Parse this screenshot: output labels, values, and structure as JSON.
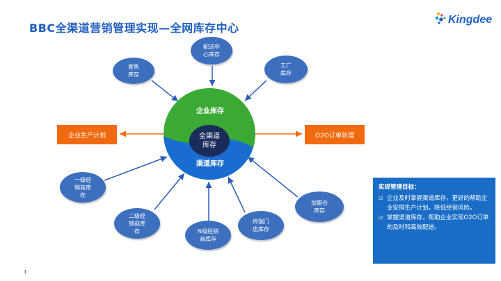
{
  "title": "BBC全渠道营销管理实现—全网库存中心",
  "logo": {
    "text": "Kingdee"
  },
  "hub": {
    "top_label": "企业库存",
    "bottom_label": "渠道库存",
    "core_line1": "全渠道",
    "core_line2": "库存",
    "colors": {
      "top": "#3aaa35",
      "bottom": "#1a6dd0",
      "core": "#1a2d5a"
    }
  },
  "inbound_nodes": [
    {
      "line1": "配送中",
      "line2": "心库存"
    },
    {
      "line1": "寄售",
      "line2": "库存"
    },
    {
      "line1": "工厂",
      "line2": "库存"
    }
  ],
  "outbound_boxes": {
    "left": "企业生产计划",
    "right": "O2O订单处理",
    "color": "#f26a10"
  },
  "channel_nodes": [
    {
      "line1": "一级经",
      "line2": "销商库",
      "line3": "存"
    },
    {
      "line1": "二级经",
      "line2": "销商库",
      "line3": "存"
    },
    {
      "line1": "N级经销",
      "line2": "商库存",
      "line3": ""
    },
    {
      "line1": "终端门",
      "line2": "店库存",
      "line3": ""
    },
    {
      "line1": "加盟仓",
      "line2": "库存",
      "line3": ""
    }
  ],
  "goal_panel": {
    "title": "实现管理目标：",
    "items": [
      "企业及时掌握渠道库存，更好的帮助企业安排生产计划，降低经营风险。",
      "掌握渠道库存，帮助企业实现O2O订单的及时和高效配送。"
    ]
  },
  "page_number": "1"
}
